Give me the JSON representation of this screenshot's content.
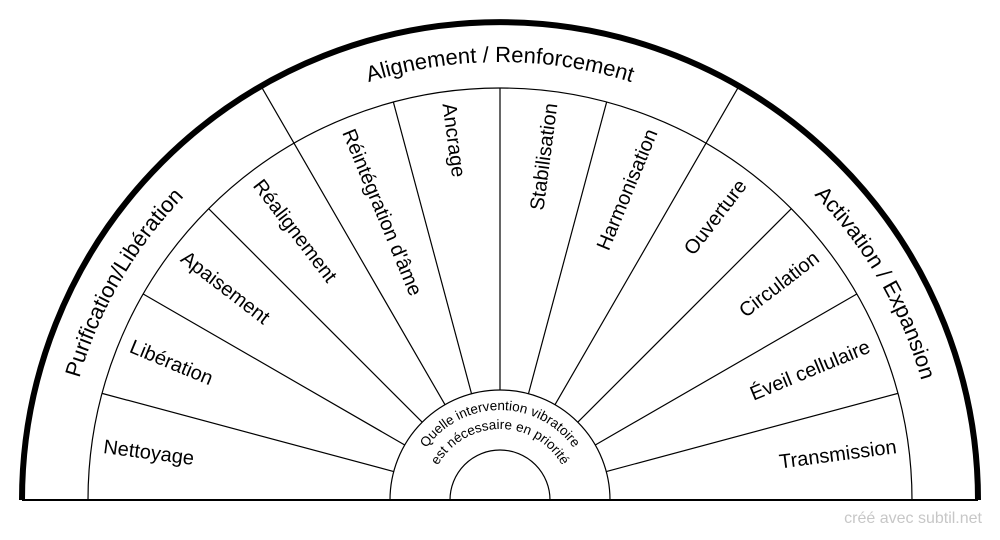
{
  "title_center": {
    "line1": "Quelle intervention vibratoire",
    "line2": "est nécessaire en priorité"
  },
  "groups": [
    {
      "label": "Purification/Libération",
      "items": [
        "Nettoyage",
        "Libération",
        "Apaisement",
        "Réalignement"
      ]
    },
    {
      "label": "Alignement / Renforcement",
      "items": [
        "Réintégration d'âme",
        "Ancrage",
        "Stabilisation",
        "Harmonisation"
      ]
    },
    {
      "label": "Activation / Expansion",
      "items": [
        "Ouverture",
        "Circulation",
        "Éveil cellulaire",
        "Transmission"
      ]
    }
  ],
  "style": {
    "stroke": "#000000",
    "background": "#ffffff"
  },
  "footer": {
    "credit": "créé avec subtil.net"
  }
}
